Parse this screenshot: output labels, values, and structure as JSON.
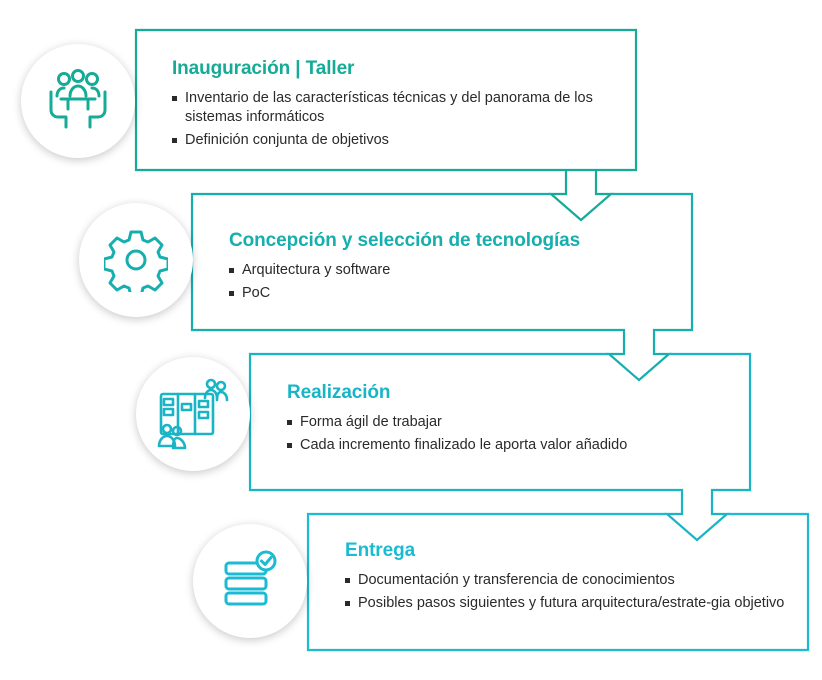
{
  "colors": {
    "step1": "#16ab96",
    "step2": "#17aeae",
    "step3": "#19b5c6",
    "step4": "#1abbd3",
    "text": "#2a2a2a"
  },
  "steps": [
    {
      "icon": "people-meeting-icon",
      "title": "Inauguración | Taller",
      "bullets": [
        "Inventario de las características técnicas y del panorama de los sistemas informáticos",
        "Definición conjunta de objetivos"
      ]
    },
    {
      "icon": "gear-icon",
      "title": "Concepción y selección de tecnologías",
      "bullets": [
        "Arquitectura y software",
        "PoC"
      ]
    },
    {
      "icon": "kanban-board-team-icon",
      "title": "Realización",
      "bullets": [
        "Forma ágil de trabajar",
        "Cada incremento finalizado le aporta valor añadido"
      ]
    },
    {
      "icon": "database-check-icon",
      "title": "Entrega",
      "bullets": [
        "Documentación y transferencia de conocimientos",
        "Posibles pasos siguientes y futura arquitectura/estrate-gia objetivo"
      ]
    }
  ]
}
